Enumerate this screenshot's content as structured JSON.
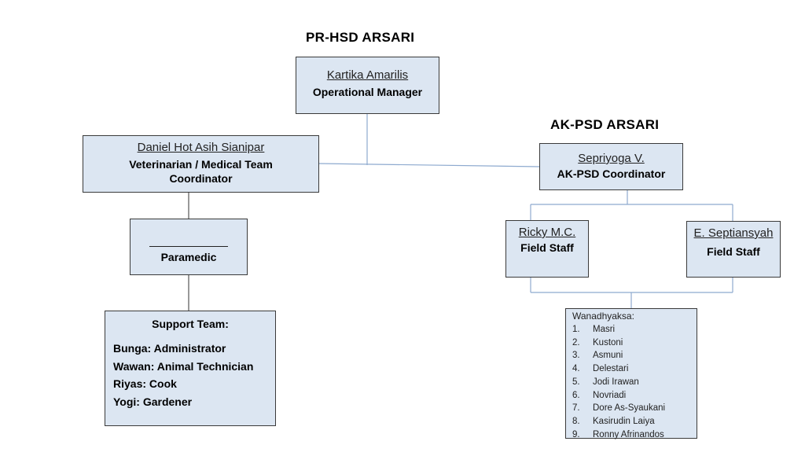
{
  "titles": {
    "left": "PR-HSD ARSARI",
    "right": "AK-PSD ARSARI"
  },
  "manager": {
    "name": "Kartika Amarilis",
    "role": "Operational Manager"
  },
  "vet": {
    "name": "Daniel Hot Asih Sianipar",
    "role": "Veterinarian / Medical Team Coordinator"
  },
  "paramedic": {
    "role": "Paramedic"
  },
  "support": {
    "title": "Support Team:",
    "members": [
      "Bunga: Administrator",
      "Wawan: Animal Technician",
      "Riyas: Cook",
      "Yogi: Gardener"
    ]
  },
  "akpsd": {
    "name": "Sepriyoga V.",
    "role": "AK-PSD Coordinator"
  },
  "staff1": {
    "name": "Ricky M.C.",
    "role": "Field Staff"
  },
  "staff2": {
    "name": "E. Septiansyah",
    "role": "Field Staff"
  },
  "wanadhyaksa": {
    "title": "Wanadhyaksa:",
    "members": [
      {
        "num": "1.",
        "name": "Masri"
      },
      {
        "num": "2.",
        "name": "Kustoni"
      },
      {
        "num": "3.",
        "name": "Asmuni"
      },
      {
        "num": "4.",
        "name": "Delestari"
      },
      {
        "num": "5.",
        "name": "Jodi Irawan"
      },
      {
        "num": "6.",
        "name": "Novriadi"
      },
      {
        "num": "7.",
        "name": "Dore As-Syaukani"
      },
      {
        "num": "8.",
        "name": "Kasirudin Laiya"
      },
      {
        "num": "9.",
        "name": "Ronny Afrinandos"
      }
    ]
  },
  "colors": {
    "box_fill": "#dce6f2",
    "box_border": "#3a3a3a",
    "connector": "#8eaacf"
  }
}
